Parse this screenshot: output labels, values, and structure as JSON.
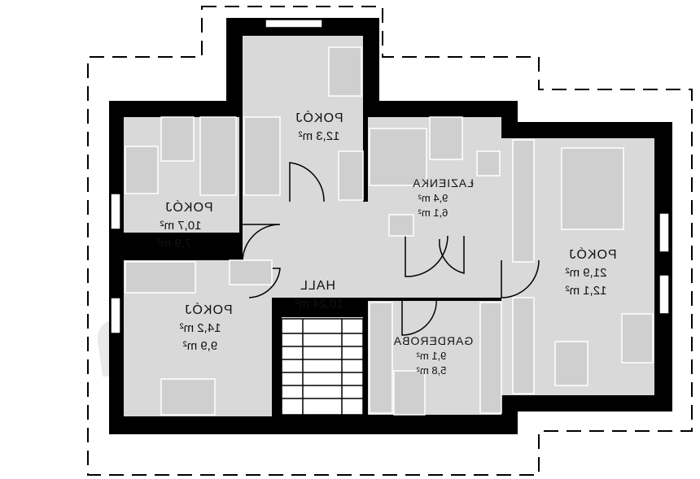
{
  "watermark": "extradom",
  "rooms": [
    {
      "id": "room-top",
      "name": "POKÓJ",
      "areas": [
        "12,3 m²"
      ]
    },
    {
      "id": "room-left",
      "name": "POKÓJ",
      "areas": [
        "10,7 m²",
        "7,9 m²"
      ]
    },
    {
      "id": "room-bottom-left",
      "name": "POKÓJ",
      "areas": [
        "14,2 m²",
        "9,9 m²"
      ]
    },
    {
      "id": "bathroom",
      "name": "ŁAZIENKA",
      "areas": [
        "9,4 m²",
        "6,1 m²"
      ]
    },
    {
      "id": "hall",
      "name": "HALL",
      "areas": [
        "10,24 m²"
      ]
    },
    {
      "id": "wardrobe",
      "name": "GARDEROBA",
      "areas": [
        "9,1 m²",
        "5,8 m²"
      ]
    },
    {
      "id": "room-right",
      "name": "POKÓJ",
      "areas": [
        "21,9 m²",
        "12,1 m²"
      ]
    }
  ],
  "colors": {
    "wall": "#000000",
    "floor": "#d9d9d9",
    "furniture": "#cfcfcf",
    "outline": "#ffffff"
  }
}
